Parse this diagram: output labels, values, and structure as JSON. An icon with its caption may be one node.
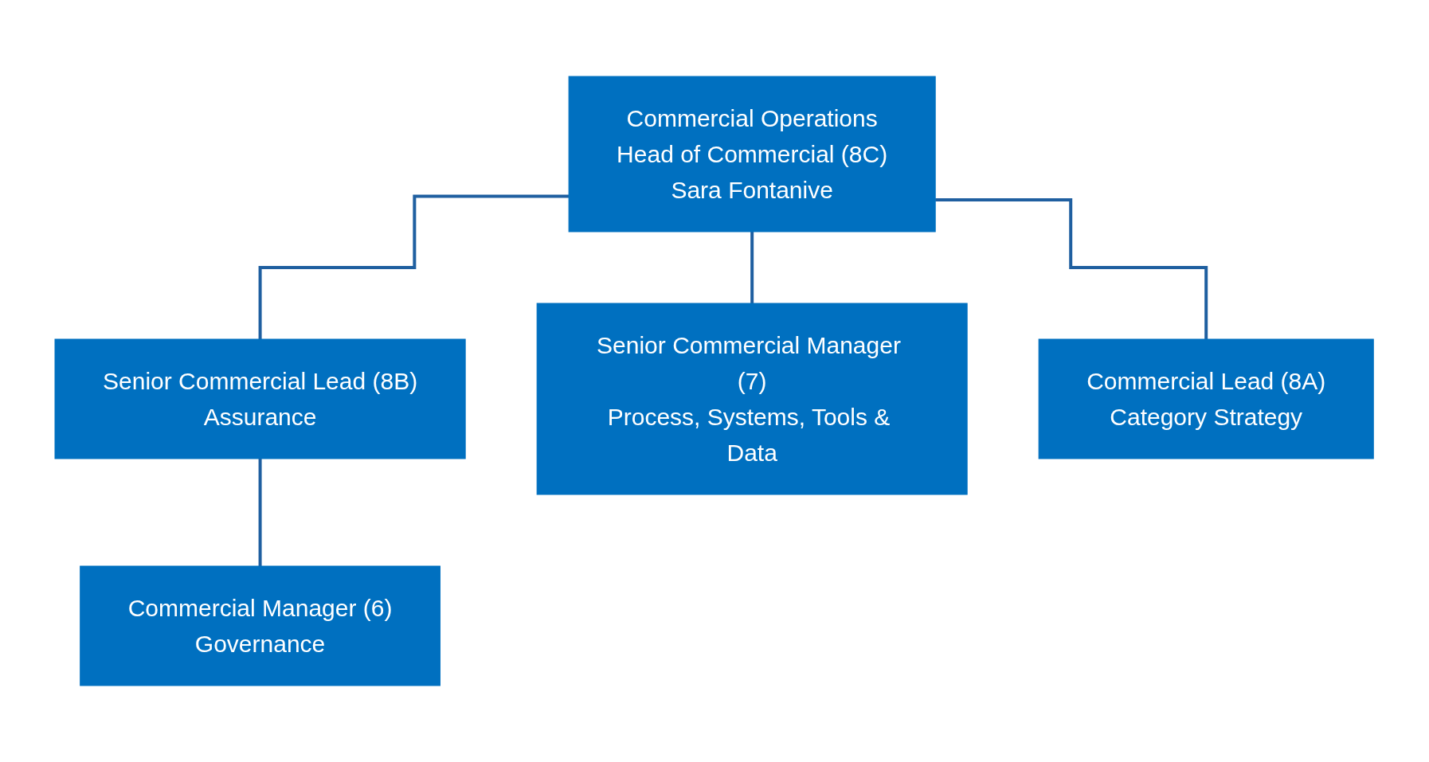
{
  "diagram": {
    "nodes": [
      {
        "text": [
          "Commercial Operations",
          "Head of Commercial (8C)",
          "Sara Fontanive"
        ]
      },
      {
        "text": [
          "Senior Commercial Lead (8B)",
          "Assurance"
        ]
      },
      {
        "text": [
          "Senior Commercial Manager (7)",
          "Process, Systems, Tools & Data"
        ]
      },
      {
        "text": [
          "Commercial Lead (8A)",
          "Category Strategy"
        ]
      },
      {
        "text": [
          "Commercial Manager (6)",
          "Governance"
        ]
      }
    ],
    "edges": [
      {
        "from": 0,
        "to": 1,
        "arrow": "none"
      },
      {
        "from": 0,
        "to": 2,
        "arrow": "none"
      },
      {
        "from": 0,
        "to": 3,
        "arrow": "none"
      },
      {
        "from": 1,
        "to": 4,
        "arrow": "none"
      }
    ]
  }
}
